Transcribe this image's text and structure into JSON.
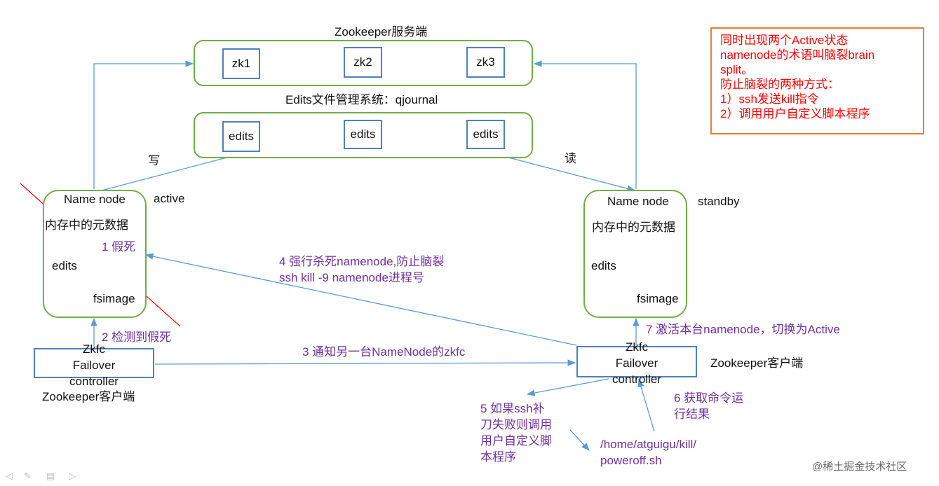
{
  "zookeeper_server": {
    "title": "Zookeeper服务端",
    "nodes": [
      "zk1",
      "zk2",
      "zk3"
    ]
  },
  "qjournal": {
    "title": "Edits文件管理系统：qjournal",
    "nodes": [
      "edits",
      "edits",
      "edits"
    ]
  },
  "left_namenode": {
    "title": "Name node",
    "memory": "内存中的元数据",
    "edits": "edits",
    "fsimage": "fsimage",
    "state": "active"
  },
  "right_namenode": {
    "title": "Name node",
    "memory": "内存中的元数据",
    "edits": "edits",
    "fsimage": "fsimage",
    "state": "standby"
  },
  "left_zkfc": {
    "lines": [
      "Zkfc",
      "Failover",
      "controller"
    ],
    "caption": "Zookeeper客户端"
  },
  "right_zkfc": {
    "lines": [
      "Zkfc",
      "Failover",
      "controller"
    ],
    "caption": "Zookeeper客户端"
  },
  "labels": {
    "write": "写",
    "read": "读",
    "step1": "1 假死",
    "step2": "2 检测到假死",
    "step3": "3 通知另一台NameNode的zkfc",
    "step4_line1": "4 强行杀死namenode,防止脑裂",
    "step4_line2": "ssh kill -9 namenode进程号",
    "step5": [
      "5 如果ssh补",
      "刀失败则调用",
      "用户自定义脚",
      "本程序"
    ],
    "step6": [
      "6 获取命令运",
      "行结果"
    ],
    "step7": "7 激活本台namenode，切换为Active",
    "script_path": [
      "/home/atguigu/kill/",
      "poweroff.sh"
    ]
  },
  "note": {
    "lines": [
      "同时出现两个Active状态",
      "namenode的术语叫脑裂brain",
      "split。",
      "防止脑裂的两种方式：",
      "1）ssh发送kill指令",
      "2）调用用户自定义脚本程序"
    ]
  },
  "watermark": "@稀土掘金技术社区",
  "colors": {
    "green_border": "#70AD47",
    "blue_border": "#4F81BD",
    "arrow": "#5B9BD5",
    "purple_text": "#7030A0",
    "note_border": "#ED7D31",
    "note_text": "#FF0000",
    "strike": "#FF0000"
  }
}
